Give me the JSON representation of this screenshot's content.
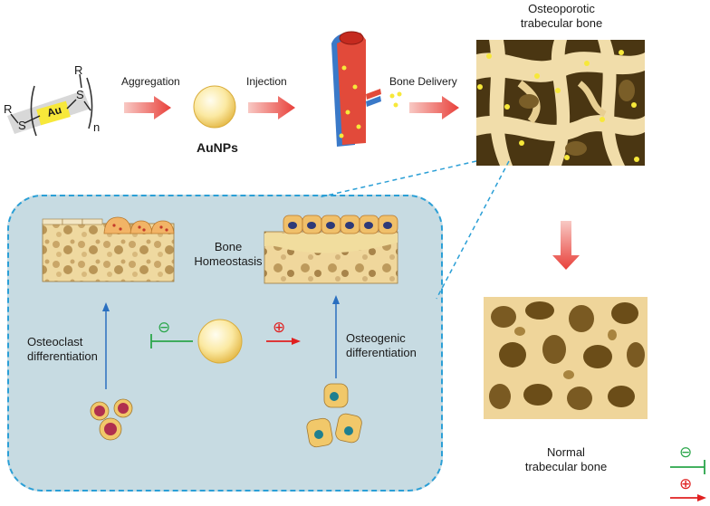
{
  "formula": {
    "r_top": "R",
    "r_left": "R",
    "s_left": "S",
    "s_right": "S",
    "metal": "Au",
    "repeat": "n"
  },
  "steps": {
    "aggregation": "Aggregation",
    "injection": "Injection",
    "bone_delivery": "Bone Delivery"
  },
  "nanoparticle_label": "AuNPs",
  "osteoporotic_title": "Osteoporotic\ntrabecular bone",
  "normal_title": "Normal\ntrabecular bone",
  "panel": {
    "bone_homeostasis": "Bone\nHomeostasis",
    "osteoclast": "Osteoclast\ndifferentiation",
    "osteogenic": "Osteogenic\ndifferentiation",
    "inhibit_symbol": "⊖",
    "promote_symbol": "⊕"
  },
  "legend": {
    "inhibit_symbol": "⊖",
    "promote_symbol": "⊕"
  },
  "colors": {
    "arrow_red": "#e8403a",
    "inhibit_green": "#2aa64a",
    "promote_red": "#e02020",
    "dashed_blue": "#2b9fd6",
    "panel_bg": "#c7dbe2",
    "au_yellow": "#f7e83a",
    "bone_light": "#f3dfa6",
    "bone_dark": "#5a4416"
  }
}
